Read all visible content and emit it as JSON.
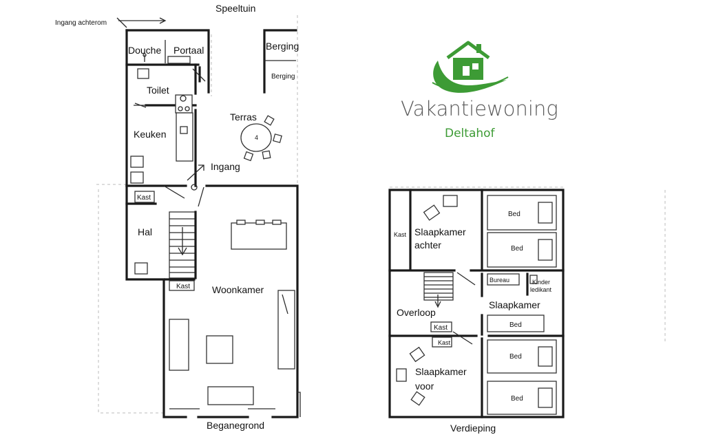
{
  "brand": {
    "title": "Vakantiewoning",
    "subtitle": "Deltahof",
    "logo_icon": "house-leaf-icon",
    "accent_color": "#3d9b35",
    "text_color": "#5a5a5a"
  },
  "ground_floor": {
    "caption": "Beganegrond",
    "rooms": {
      "speeltuin": "Speeltuin",
      "ingang_achterom": "Ingang achterom",
      "douche": "Douche",
      "portaal": "Portaal",
      "berging": "Berging",
      "berging_small": "Berging",
      "toilet": "Toilet",
      "terras": "Terras",
      "keuken": "Keuken",
      "ingang": "Ingang",
      "kast_hal": "Kast",
      "hal": "Hal",
      "kast_woon": "Kast",
      "woonkamer": "Woonkamer"
    }
  },
  "upper_floor": {
    "caption": "Verdieping",
    "rooms": {
      "kast_left": "Kast",
      "slaapkamer_achter_1": "Slaapkamer",
      "slaapkamer_achter_2": "achter",
      "bed_1": "Bed",
      "bed_2": "Bed",
      "bureau": "Bureau",
      "kinder_1": "Kinder",
      "kinder_2": "ledikant",
      "overloop": "Overloop",
      "slaapkamer": "Slaapkamer",
      "kast_overloop": "Kast",
      "bed_3": "Bed",
      "kast_small": "Kast",
      "bed_4": "Bed",
      "slaapkamer_voor_1": "Slaapkamer",
      "slaapkamer_voor_2": "voor",
      "bed_5": "Bed"
    }
  }
}
